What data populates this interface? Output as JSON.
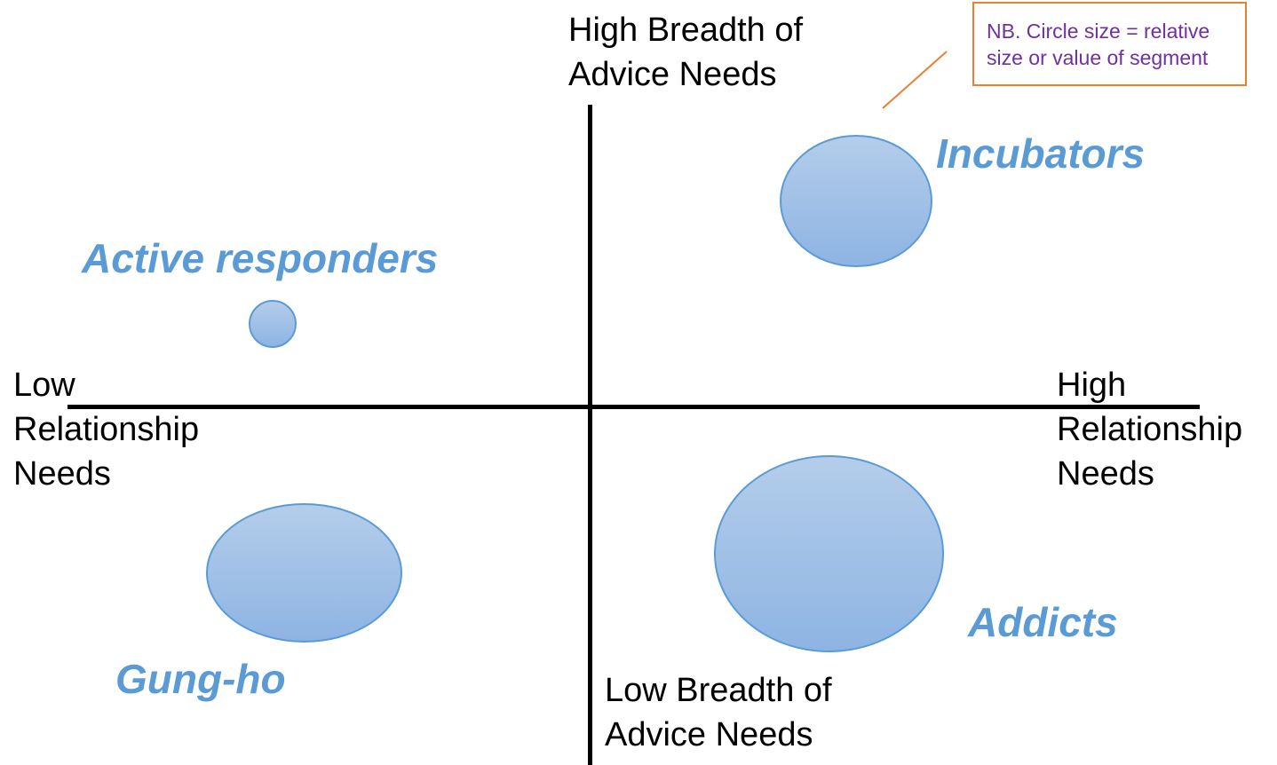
{
  "axes": {
    "top_label": "High Breadth of\nAdvice Needs",
    "bottom_label": "Low Breadth of\nAdvice Needs",
    "left_label": "Low\nRelationship\nNeeds",
    "right_label": "High\nRelationship\nNeeds"
  },
  "segments": {
    "incubators": "Incubators",
    "active_responders": "Active responders",
    "gung_ho": "Gung-ho",
    "addicts": "Addicts"
  },
  "note": "NB. Circle size = relative\nsize or value of segment",
  "colors": {
    "segment_text": "#5b9bd5",
    "bubble_fill_top": "#b4cdea",
    "bubble_fill_bottom": "#8eb4e3",
    "bubble_border": "#5b9bd5",
    "note_border": "#ed7d31",
    "note_text": "#7030a0",
    "axis": "#000000"
  }
}
